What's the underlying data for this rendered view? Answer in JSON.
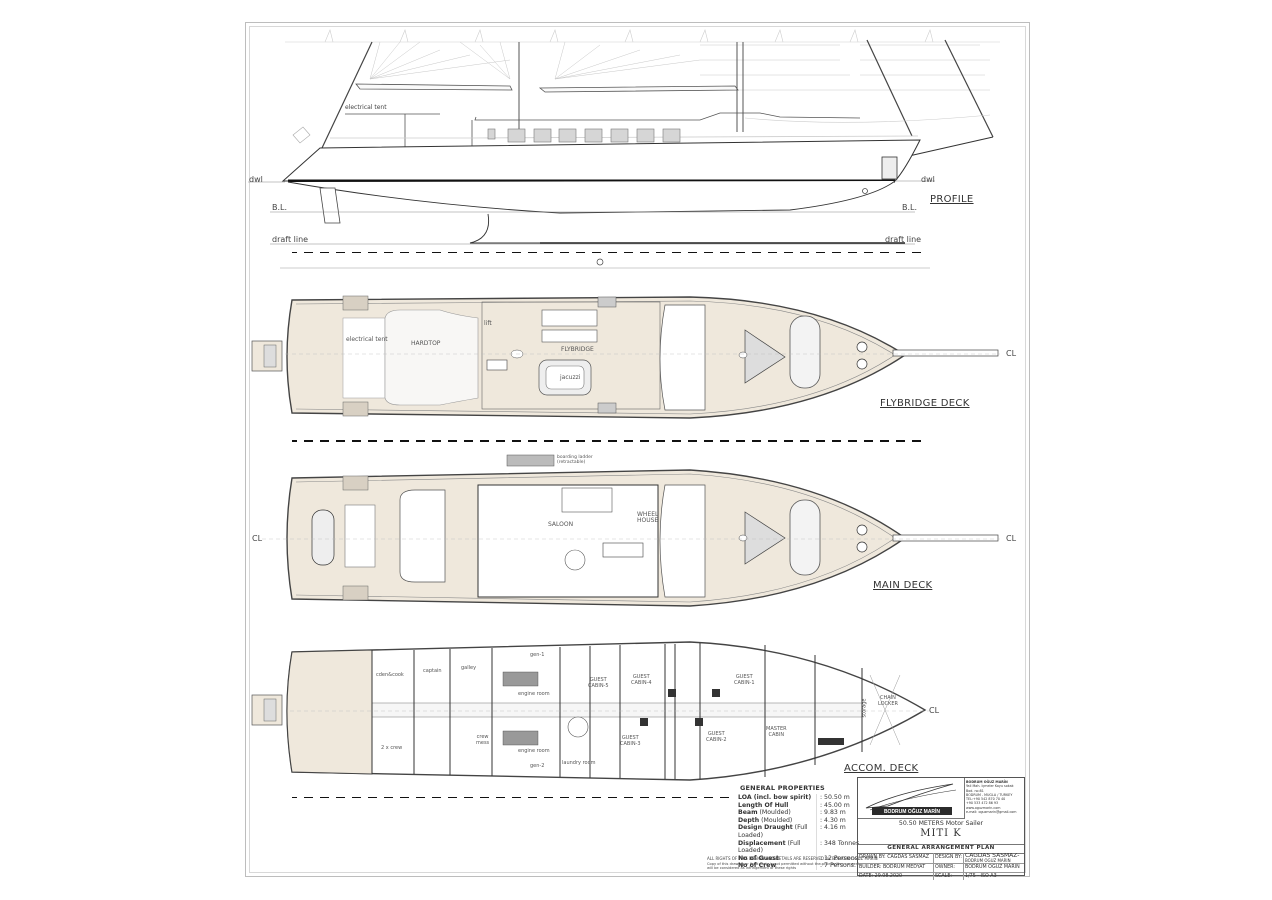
{
  "drawing": {
    "views": {
      "profile": {
        "title": "PROFILE",
        "labels": {
          "electrical_tent": "electrical tent",
          "dwl_left": "dwl",
          "dwl_right": "dwl",
          "bl_left": "B.L.",
          "bl_right": "B.L.",
          "draft_left": "draft line",
          "draft_right": "draft line"
        }
      },
      "flybridge": {
        "title": "FLYBRIDGE DECK",
        "cl": "CL",
        "labels": {
          "electrical_tent": "electrical tent",
          "hardtop": "HARDTOP",
          "flybridge": "FLYBRIDGE",
          "jacuzzi": "jacuzzi",
          "lift": "lift"
        }
      },
      "main": {
        "title": "MAIN DECK",
        "cl_left": "CL",
        "cl_right": "CL",
        "labels": {
          "boarding_ladder": "boarding ladder",
          "boarding_ladder_2": "(retractable)",
          "saloon": "SALOON",
          "wheel_house_1": "WHEEL",
          "wheel_house_2": "HOUSE"
        }
      },
      "accom": {
        "title": "ACCOM. DECK",
        "cl": "CL",
        "labels": {
          "cabin_cook": "cden&cook",
          "captain": "captain",
          "galley": "galley",
          "gen1": "gen-1",
          "gen2": "gen-2",
          "engine_room_1": "engine room",
          "engine_room_2": "engine room",
          "crew_mess_1": "crew",
          "crew_mess_2": "mess",
          "crew2": "2 x crew",
          "laundry": "laundry room",
          "guest5_1": "GUEST",
          "guest5_2": "CABIN-5",
          "guest4_1": "GUEST",
          "guest4_2": "CABIN-4",
          "guest3_1": "GUEST",
          "guest3_2": "CABIN-3",
          "guest2_1": "GUEST",
          "guest2_2": "CABIN-2",
          "guest1_1": "GUEST",
          "guest1_2": "CABIN-1",
          "master_1": "MASTER",
          "master_2": "CABIN",
          "storage": "storage",
          "chain_1": "CHAIN",
          "chain_2": "LOCKER"
        }
      }
    }
  },
  "general_properties": {
    "title": "GENERAL PROPERTIES",
    "rows": [
      {
        "key_bold": "LOA (incl. bow spirit)",
        "key_note": "",
        "value": ": 50.50 m"
      },
      {
        "key_bold": "Length Of Hull",
        "key_note": "",
        "value": ": 45.00 m"
      },
      {
        "key_bold": "Beam",
        "key_note": " (Moulded)",
        "value": ":   9.83 m"
      },
      {
        "key_bold": "Depth",
        "key_note": " (Moulded)",
        "value": ":   4.30 m"
      },
      {
        "key_bold": "Design Draught",
        "key_note": " (Full Loaded)",
        "value": ":   4.16 m"
      },
      {
        "key_bold": "Displacement",
        "key_note": " (Full Loaded)",
        "value": ":  348 Tonnes"
      },
      {
        "key_bold": "No of Guest",
        "key_note": "",
        "value": ": 12 Persons."
      },
      {
        "key_bold": "No of Crew",
        "key_note": "",
        "value": ":   7 Persons."
      }
    ],
    "rights_line1": "ALL RIGHTS OF THIS DESIGN AND DETAILS ARE RESERVED for BODRUM OGUZ MARIN",
    "rights_line2": "Copy of this drawing or third party is not permitted without the prior written consent",
    "rights_line3": "will be considered as infringement of these rights"
  },
  "title_block": {
    "logo_text": "BODRUM OĞUZ MARİN",
    "address": [
      "BODRUM OĞUZ MARİN",
      "Yali Mah. İçmeler Koyu sokak",
      "Bod. no:81",
      "BODRUM - MUGLA / TURKEY",
      "TEL:+90 542 870 70 40",
      "+90 533 472 86 93",
      "www.oguzmarin.com",
      "e-mail: oguzmarin@gmail.com"
    ],
    "project_sub": "50.50 METERS Motor Sailer",
    "project_name": "MITI K",
    "plan_title": "GENERAL ARRANGEMENT PLAN",
    "drawn_by_label": "DRAWN BY:",
    "drawn_by": "CAGDAS SASMAZ",
    "design_by_label": "DESIGN BY:",
    "design_by_1": "CAGDAS SASMAZ-",
    "design_by_2": "BODRUM OGUZ MARIN",
    "builder_label": "BUILDER:",
    "builder": "BODRUM MEDYAT",
    "owner_label": "OWNER:",
    "owner": "BODRUM OGUZ MARIN",
    "date_label": "DATE:",
    "date": "29.08.2020",
    "scale_label": "SCALE:",
    "scale": "1/75 - ISO A3"
  },
  "colors": {
    "deck_fill": "#efe8dc",
    "line": "#444444",
    "light_line": "#bbbbbb",
    "hardtop": "#f7f5f1"
  }
}
